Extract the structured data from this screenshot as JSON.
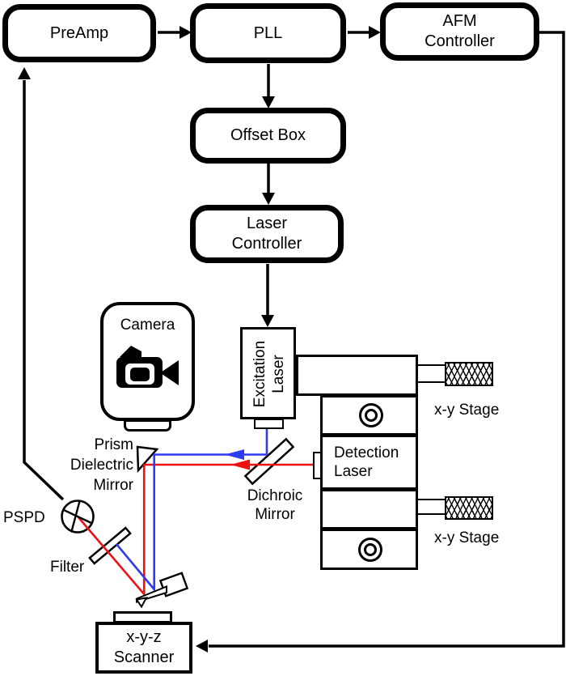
{
  "diagram": {
    "boxes": {
      "preamp": "PreAmp",
      "pll": "PLL",
      "afm_controller": "AFM Controller",
      "offset_box": "Offset Box",
      "laser_controller": "Laser Controller",
      "camera": "Camera",
      "excitation_laser": "Excitation Laser",
      "detection_laser": "Detection Laser",
      "xyz_scanner": "x-y-z Scanner"
    },
    "labels": {
      "prism_mirror": "Prism Dielectric Mirror",
      "dichroic_mirror": "Dichroic Mirror",
      "pspd": "PSPD",
      "filter": "Filter",
      "xy_stage_upper": "x-y Stage",
      "xy_stage_lower": "x-y Stage"
    },
    "icons": {
      "camera_icon": "video-camera-icon"
    },
    "colors": {
      "line": "#000000",
      "excitation_beam": "#2f3bee",
      "detection_beam": "#ee1111",
      "background": "#ffffff"
    }
  }
}
